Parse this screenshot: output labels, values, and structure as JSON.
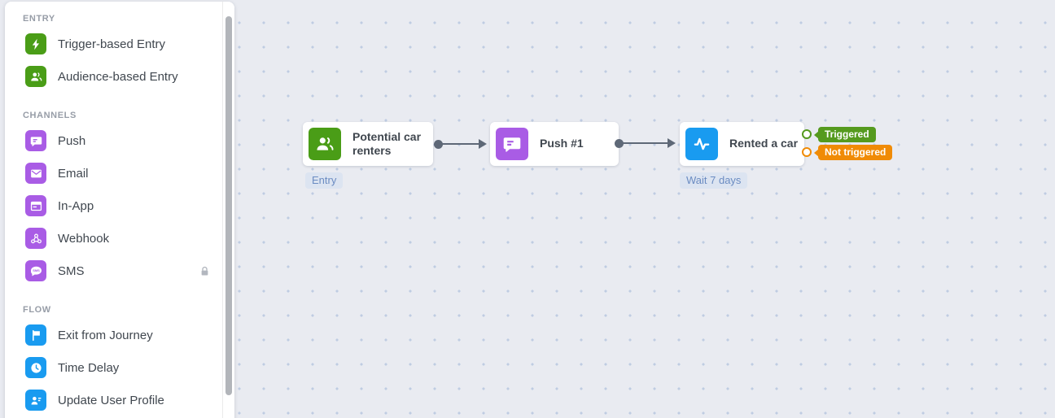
{
  "sidebar": {
    "sections": [
      {
        "label": "ENTRY",
        "items": [
          {
            "label": "Trigger-based Entry",
            "icon": "lightning-icon",
            "color": "#4a9d17"
          },
          {
            "label": "Audience-based Entry",
            "icon": "audience-icon",
            "color": "#4a9d17"
          }
        ]
      },
      {
        "label": "CHANNELS",
        "items": [
          {
            "label": "Push",
            "icon": "push-chat-icon",
            "color": "#a95ce5"
          },
          {
            "label": "Email",
            "icon": "envelope-icon",
            "color": "#a95ce5"
          },
          {
            "label": "In-App",
            "icon": "in-app-icon",
            "color": "#a95ce5"
          },
          {
            "label": "Webhook",
            "icon": "webhook-icon",
            "color": "#a95ce5"
          },
          {
            "label": "SMS",
            "icon": "sms-bubble-icon",
            "color": "#a95ce5",
            "locked": true
          }
        ]
      },
      {
        "label": "FLOW",
        "items": [
          {
            "label": "Exit from Journey",
            "icon": "flag-icon",
            "color": "#199bf0"
          },
          {
            "label": "Time Delay",
            "icon": "clock-icon",
            "color": "#199bf0"
          },
          {
            "label": "Update User Profile",
            "icon": "user-profile-icon",
            "color": "#199bf0"
          }
        ]
      }
    ]
  },
  "canvas": {
    "nodes": [
      {
        "title": "Potential car renters",
        "tag": "Entry",
        "icon": "audience-icon",
        "color": "#4a9d17"
      },
      {
        "title": "Push #1",
        "icon": "push-chat-icon",
        "color": "#a95ce5"
      },
      {
        "title": "Rented a car",
        "tag": "Wait 7 days",
        "icon": "activity-icon",
        "color": "#199bf0",
        "outputs": [
          {
            "label": "Triggered",
            "color": "#559a1e"
          },
          {
            "label": "Not triggered",
            "color": "#f08b06"
          }
        ]
      }
    ]
  },
  "colors": {
    "canvas_bg": "#e9ebf1",
    "grid_dot": "#bfcce2",
    "entry_green": "#4a9d17",
    "channel_purple": "#a95ce5",
    "flow_blue": "#199bf0",
    "connector": "#5e6877",
    "badge_green": "#559a1e",
    "badge_orange": "#f08b06",
    "tag_bg": "#dce4f1",
    "tag_text": "#6b8cc2"
  }
}
